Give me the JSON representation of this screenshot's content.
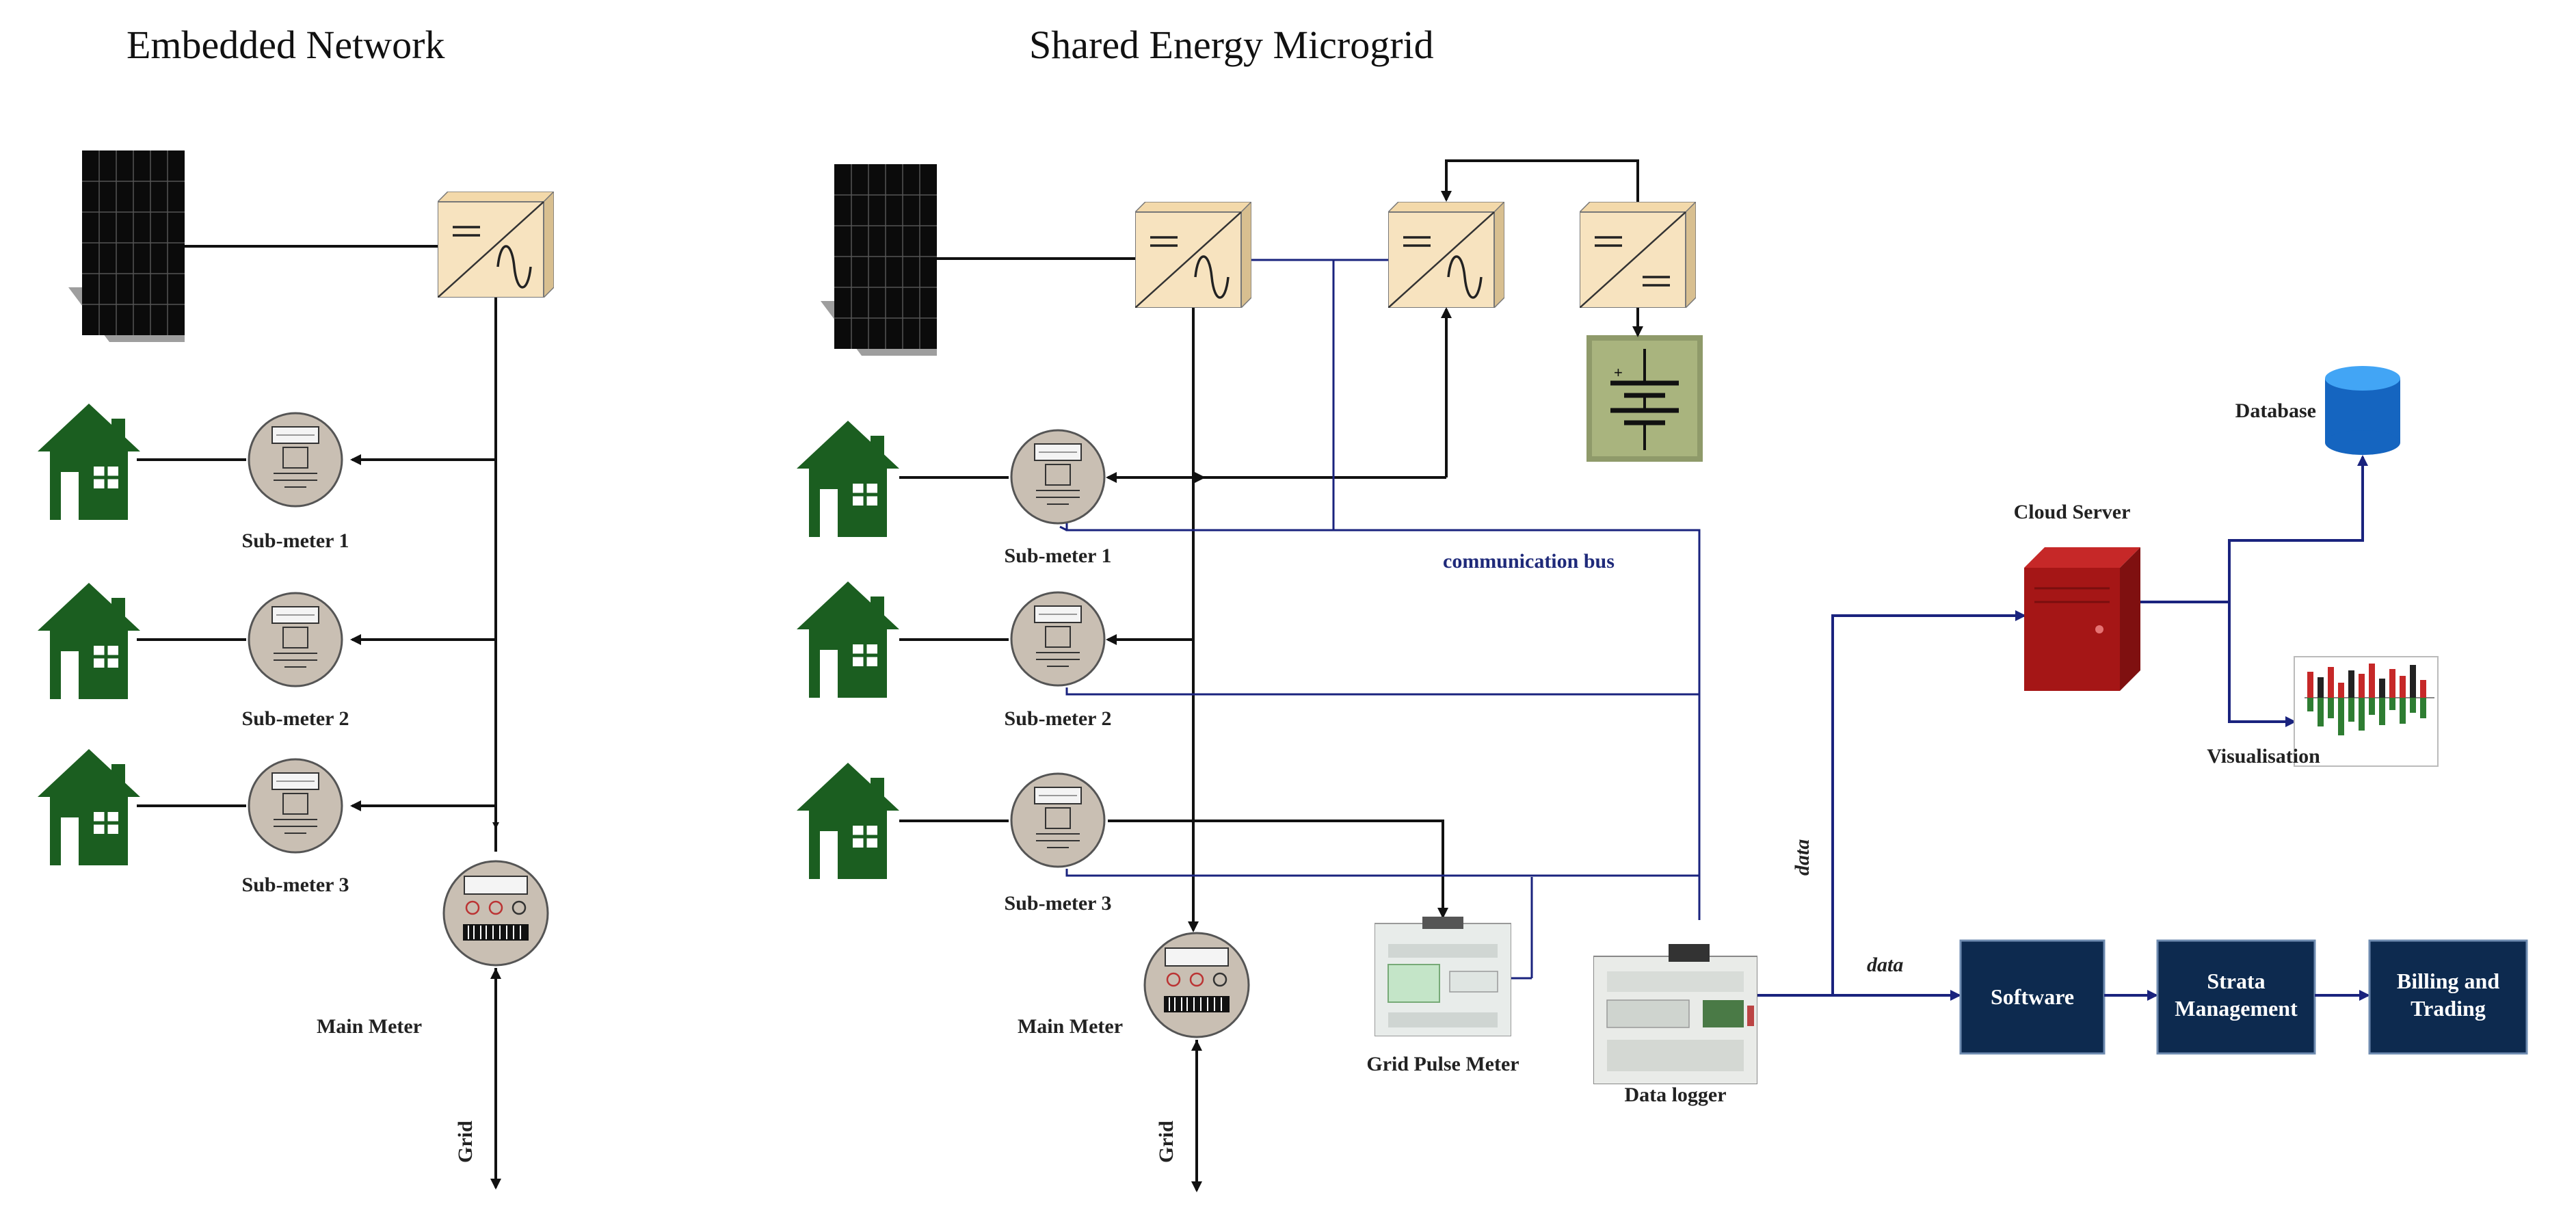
{
  "titles": {
    "embedded": "Embedded Network",
    "microgrid": "Shared Energy Microgrid"
  },
  "embedded": {
    "submeters": [
      "Sub-meter 1",
      "Sub-meter 2",
      "Sub-meter 3"
    ],
    "main_meter": "Main Meter",
    "grid": "Grid"
  },
  "microgrid": {
    "submeters": [
      "Sub-meter 1",
      "Sub-meter 2",
      "Sub-meter 3"
    ],
    "main_meter": "Main Meter",
    "grid": "Grid",
    "communication_bus": "communication bus",
    "grid_pulse_meter": "Grid Pulse Meter",
    "data_logger": "Data logger",
    "data_label": "data"
  },
  "cloud": {
    "database": "Database",
    "cloud_server": "Cloud Server",
    "visualisation": "Visualisation"
  },
  "pipeline": {
    "software": "Software",
    "strata_line1": "Strata",
    "strata_line2": "Management",
    "billing_line1": "Billing and",
    "billing_line2": "Trading"
  },
  "colors": {
    "house": "#1b5e20",
    "converter": "#f7e3bf",
    "comm_line": "#1a237e",
    "pipeline_box": "#0d2a4f",
    "server": "#b71c1c",
    "database": "#1565c0"
  }
}
